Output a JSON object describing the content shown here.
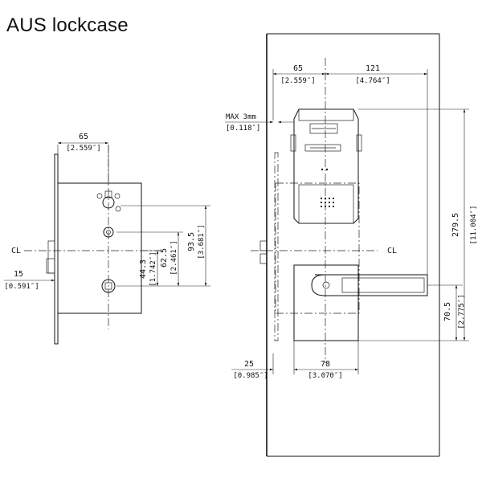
{
  "title": "AUS lockcase",
  "left_view": {
    "width_mm": "65",
    "width_in": "[2.559″]",
    "cl_label": "CL",
    "backset_mm": "15",
    "backset_in": "[0.591″]",
    "dim_a_mm": "44.3",
    "dim_a_in": "[1.742″]",
    "dim_b_mm": "62.5",
    "dim_b_in": "[2.461″]",
    "dim_c_mm": "93.5",
    "dim_c_in": "[3.681″]"
  },
  "right_view": {
    "left_mm": "65",
    "left_in": "[2.559″]",
    "right_mm": "121",
    "right_in": "[4.764″]",
    "max_label": "MAX 3mm",
    "max_in": "[0.118″]",
    "cl_label": "CL",
    "height_mm": "279.5",
    "height_in": "[11.004″]",
    "lower_mm": "70.5",
    "lower_in": "[2.775″]",
    "bottom_left_mm": "25",
    "bottom_left_in": "[0.985″]",
    "bottom_mid_mm": "78",
    "bottom_mid_in": "[3.070″]"
  }
}
